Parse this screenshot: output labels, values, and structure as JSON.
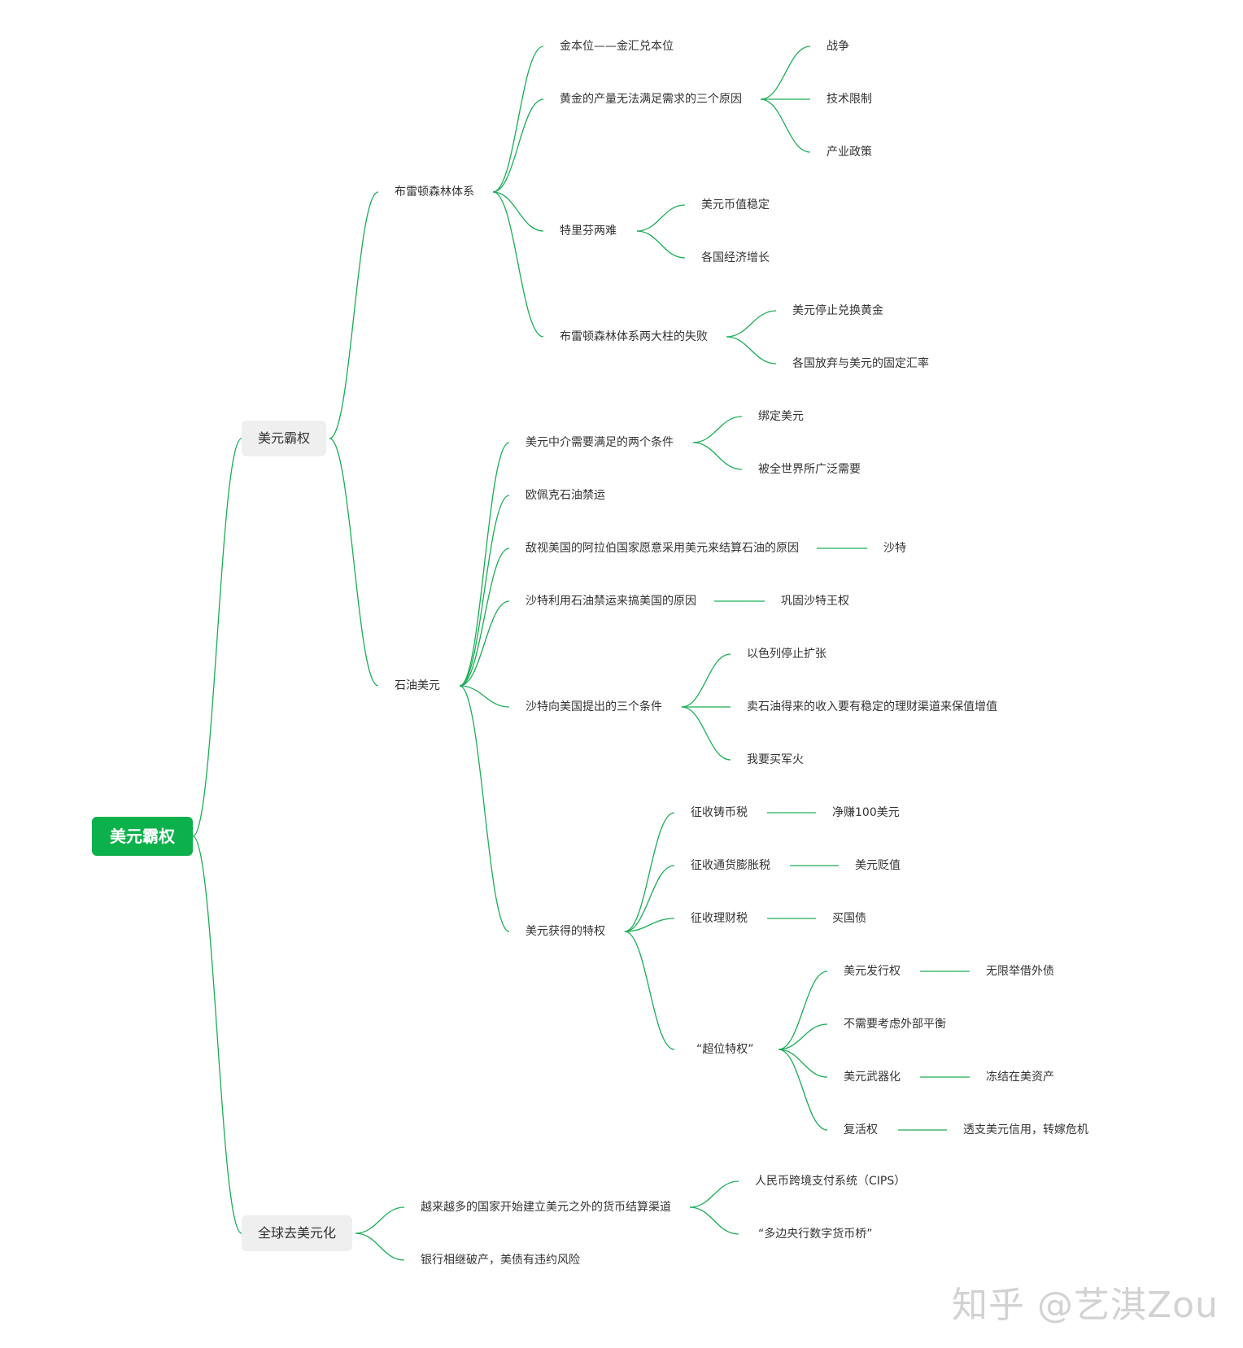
{
  "mindmap": {
    "root": "美元霸权",
    "sections": {
      "hegemony": {
        "label": "美元霸权",
        "bretton_woods": {
          "label": "布雷顿森林体系",
          "gold_standard": "金本位——金汇兑本位",
          "gold_supply": {
            "label": "黄金的产量无法满足需求的三个原因",
            "items": [
              "战争",
              "技术限制",
              "产业政策"
            ]
          },
          "triffin": {
            "label": "特里芬两难",
            "items": [
              "美元币值稳定",
              "各国经济增长"
            ]
          },
          "collapse": {
            "label": "布雷顿森林体系两大柱的失败",
            "items": [
              "美元停止兑换黄金",
              "各国放弃与美元的固定汇率"
            ]
          }
        },
        "petrodollar": {
          "label": "石油美元",
          "conditions": {
            "label": "美元中介需要满足的两个条件",
            "items": [
              "绑定美元",
              "被全世界所广泛需要"
            ]
          },
          "embargo": "欧佩克石油禁运",
          "hostile_arab": {
            "label": "敌视美国的阿拉伯国家愿意采用美元来结算石油的原因",
            "value": "沙特"
          },
          "saudi_reason": {
            "label": "沙特利用石油禁运来搞美国的原因",
            "value": "巩固沙特王权"
          },
          "saudi_conditions": {
            "label": "沙特向美国提出的三个条件",
            "items": [
              "以色列停止扩张",
              "卖石油得来的收入要有稳定的理财渠道来保值增值",
              "我要买军火"
            ]
          },
          "privileges": {
            "label": "美元获得的特权",
            "seigniorage": {
              "label": "征收铸币税",
              "value": "净赚100美元"
            },
            "inflation": {
              "label": "征收通货膨胀税",
              "value": "美元贬值"
            },
            "finance": {
              "label": "征收理财税",
              "value": "买国债"
            },
            "exorbitant": {
              "label": "“超位特权”",
              "issuance": {
                "label": "美元发行权",
                "value": "无限举借外债"
              },
              "balance": "不需要考虑外部平衡",
              "weapon": {
                "label": "美元武器化",
                "value": "冻结在美资产"
              },
              "revival": {
                "label": "复活权",
                "value": "透支美元信用，转嫁危机"
              }
            }
          }
        }
      },
      "dedollarization": {
        "label": "全球去美元化",
        "channels": {
          "label": "越来越多的国家开始建立美元之外的货币结算渠道",
          "items": [
            "人民币跨境支付系统（CIPS）",
            "“多边央行数字货币桥”"
          ]
        },
        "bank_failures": "银行相继破产，美债有违约风险"
      }
    }
  },
  "watermark": "知乎 @艺淇Zou",
  "colors": {
    "accent": "#0db14b",
    "link": "#1aad55",
    "box": "#efefef",
    "text": "#333333"
  }
}
